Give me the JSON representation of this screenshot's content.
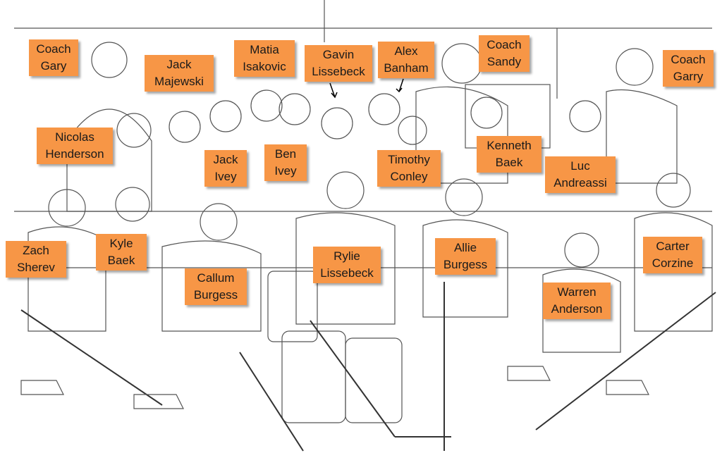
{
  "photo": {
    "label_color": "#f79646",
    "style": "pencil-sketch team photo",
    "labels": [
      {
        "line1": "Coach",
        "line2": "Gary"
      },
      {
        "line1": "Jack",
        "line2": "Majewski"
      },
      {
        "line1": "Matia",
        "line2": "Isakovic"
      },
      {
        "line1": "Gavin",
        "line2": "Lissebeck"
      },
      {
        "line1": "Alex",
        "line2": "Banham"
      },
      {
        "line1": "Coach",
        "line2": "Sandy"
      },
      {
        "line1": "Coach",
        "line2": "Garry"
      },
      {
        "line1": "Nicolas",
        "line2": "Henderson"
      },
      {
        "line1": "Jack",
        "line2": "Ivey"
      },
      {
        "line1": "Ben",
        "line2": "Ivey"
      },
      {
        "line1": "Timothy",
        "line2": "Conley"
      },
      {
        "line1": "Kenneth",
        "line2": "Baek"
      },
      {
        "line1": "Luc",
        "line2": "Andreassi"
      },
      {
        "line1": "Zach",
        "line2": "Sherev"
      },
      {
        "line1": "Kyle",
        "line2": "Baek"
      },
      {
        "line1": "Callum",
        "line2": "Burgess"
      },
      {
        "line1": "Rylie",
        "line2": "Lissebeck"
      },
      {
        "line1": "Allie",
        "line2": "Burgess"
      },
      {
        "line1": "Carter",
        "line2": "Corzine"
      },
      {
        "line1": "Warren",
        "line2": "Anderson"
      }
    ]
  }
}
